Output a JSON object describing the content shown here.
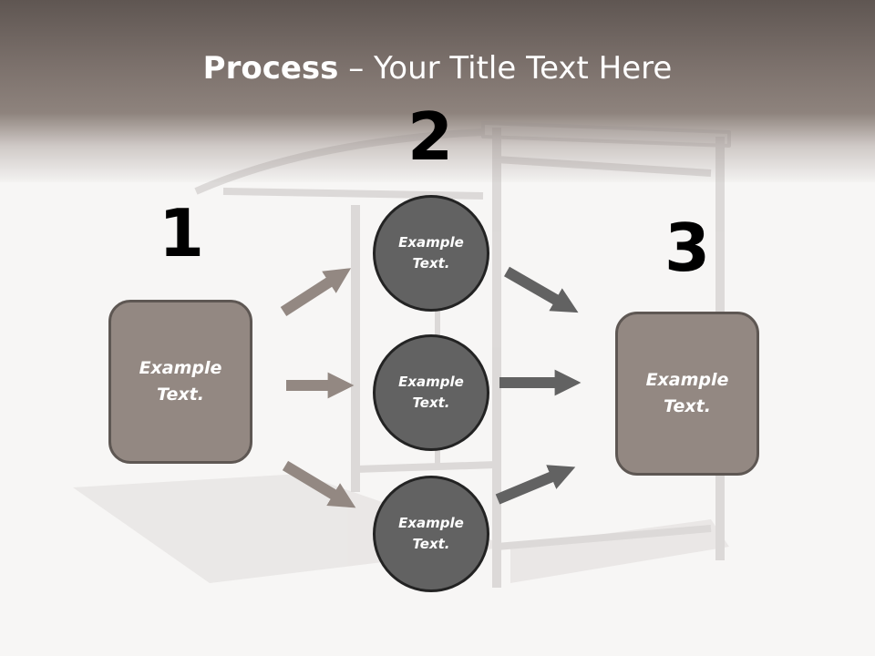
{
  "slide": {
    "title_bold": "Process",
    "title_sep": " – ",
    "title_rest": "Your Title Text Here"
  },
  "steps": {
    "one": "1",
    "two": "2",
    "three": "3"
  },
  "nodes": {
    "left_box": "Example\nText.",
    "circle_top": "Example\nText.",
    "circle_middle": "Example\nText.",
    "circle_bottom": "Example\nText.",
    "right_box": "Example\nText."
  },
  "colors": {
    "box_fill": "#938882",
    "box_border": "#5e5753",
    "circle_fill": "#626262",
    "circle_border": "#232323",
    "arrow_in": "#938882",
    "arrow_out": "#626262",
    "header": "#6e6460"
  }
}
